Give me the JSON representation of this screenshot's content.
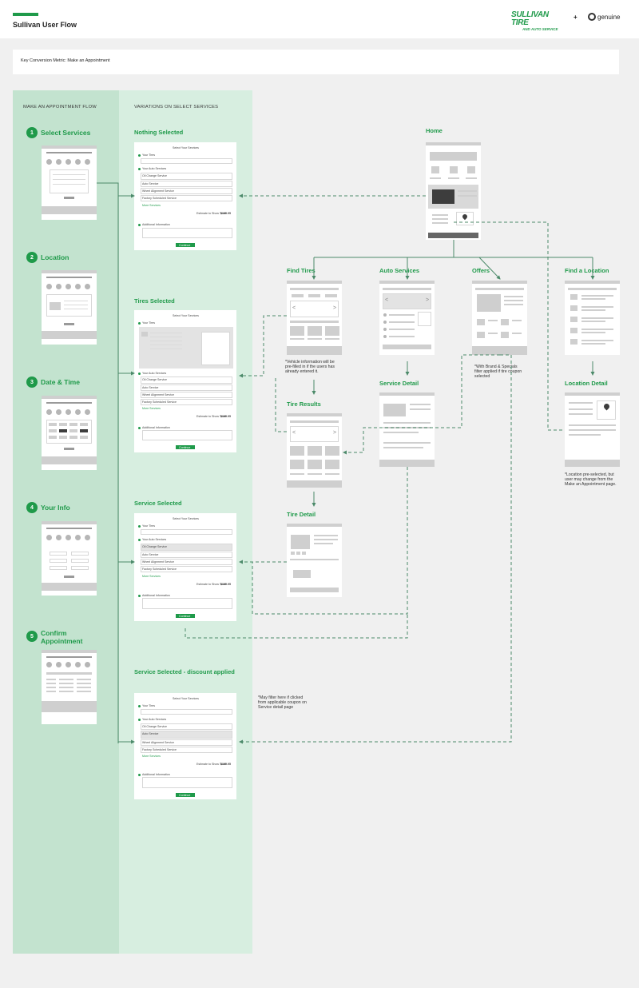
{
  "header": {
    "title": "Sullivan User Flow"
  },
  "logos": {
    "sullivan": "SULLIVAN TIRE",
    "sullivan_sub": "AND AUTO SERVICE",
    "separator": "+",
    "genuine": "genuine"
  },
  "metric": {
    "text": "Key Conversion Metric: Make an Appointment"
  },
  "columns": {
    "left": "MAKE AN APPOINTMENT FLOW",
    "right": "VARIATIONS ON SELECT SERVICES"
  },
  "steps": [
    {
      "num": "1",
      "label": "Select Services"
    },
    {
      "num": "2",
      "label": "Location"
    },
    {
      "num": "3",
      "label": "Date & Time"
    },
    {
      "num": "4",
      "label": "Your Info"
    },
    {
      "num": "5",
      "label": "Confirm Appointment"
    }
  ],
  "variations": [
    {
      "title": "Nothing Selected"
    },
    {
      "title": "Tires Selected"
    },
    {
      "title": "Service Selected"
    },
    {
      "title": "Service Selected - discount applied"
    }
  ],
  "form": {
    "heading": "Select Your Services",
    "your_tires": "Your Tires",
    "your_auto_services": "Your Auto Services",
    "oil_change": "Oil Change Service",
    "auto_service": "Auto Service",
    "wheel_service": "Wheel Alignment Service",
    "factory_service": "Factory Scheduled Service",
    "more_services": "More Services",
    "estimate": "Estimate to Show Total:",
    "additional": "Additional Information",
    "continue": "Continue",
    "price": "$199.95"
  },
  "nodes": {
    "home": "Home",
    "find_tires": "Find Tires",
    "auto_services": "Auto Services",
    "offers": "Offers",
    "find_location": "Find a Location",
    "tire_results": "Tire Results",
    "tire_detail": "Tire Detail",
    "service_detail": "Service Detail",
    "location_detail": "Location Detail"
  },
  "notes": {
    "vehicle": "*Vehicle information will be pre-filled in if the users has already entered it.",
    "brand": "*With Brand & Specials filter applied if tire coupon selected",
    "location": "*Location pre-selected, but user may change from the Make an Appointment page.",
    "filter": "*May filter here if clicked from applicable coupon on Service detail page"
  },
  "colors": {
    "brand_green": "#1f9a4a",
    "left_column": "#c3e3cf",
    "right_column": "#d7eee0",
    "connector": "#4c8a6a"
  }
}
